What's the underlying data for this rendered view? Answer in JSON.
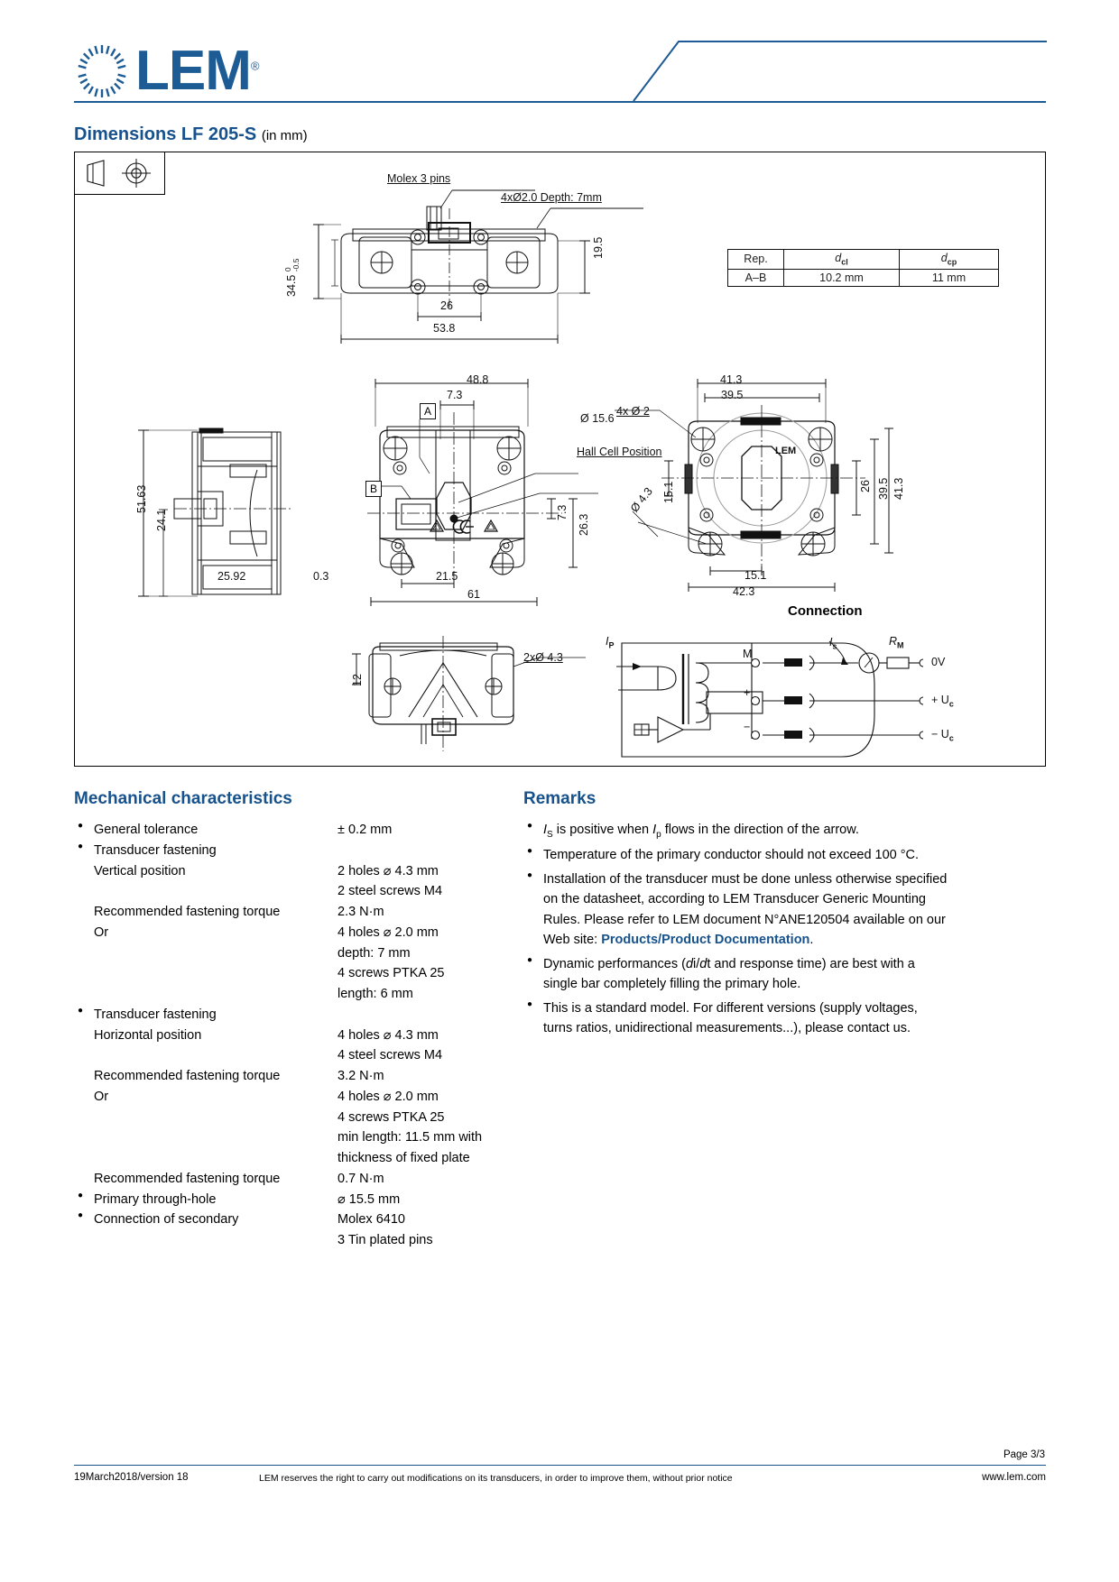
{
  "brand": {
    "name": "LEM",
    "registered": "®"
  },
  "title": {
    "main": "Dimensions LF 205-S",
    "unit": "(in mm)"
  },
  "drawing": {
    "top_view": {
      "molex_label": "Molex  3 pins",
      "hole_note": "4xØ2.0  Depth: 7mm",
      "height_dim": "34.5",
      "tol_upper": "0",
      "tol_lower": "-0.5",
      "right_height": "19.5",
      "width_inner": "26",
      "width_outer": "53.8"
    },
    "rep_table": {
      "headers": [
        "Rep.",
        "d",
        "d"
      ],
      "header_subs": [
        "",
        "cl",
        "cp"
      ],
      "rows": [
        [
          "A–B",
          "10.2  mm",
          "11 mm"
        ]
      ]
    },
    "side_view": {
      "h_total": "51.63",
      "h_mid": "24.1",
      "w_main": "25.92",
      "w_small": "0.3"
    },
    "front_view": {
      "w_top": "48.8",
      "w_slot": "7.3",
      "callout_a": "A",
      "callout_b": "B",
      "hole_dia": "Ø 15.6",
      "hall_label": "Hall  Cell  Position",
      "d_73": "7.3",
      "d_263": "26.3",
      "w_215": "21.5",
      "w_61": "61"
    },
    "rear_view": {
      "w_413": "41.3",
      "w_395": "39.5",
      "holes_note": "4x  Ø 2",
      "d_151_v": "15.1",
      "d_26": "26",
      "d_395": "39.5",
      "d_413": "41.3",
      "dia_43": "Ø 4.3",
      "w_151": "15.1",
      "w_423": "42.3"
    },
    "bottom_view": {
      "d_12": "12",
      "holes_note": "2xØ 4.3"
    },
    "connection": {
      "title": "Connection",
      "ip": "I",
      "ip_sub": "P",
      "is": "I",
      "is_sub": "s",
      "rm": "R",
      "rm_sub": "M",
      "terminal_m": "M",
      "terminal_plus": "+",
      "terminal_minus": "−",
      "out_0v": "0V",
      "out_pos": "+ U",
      "out_pos_sub": "c",
      "out_neg": "− U",
      "out_neg_sub": "c"
    }
  },
  "mechanical": {
    "heading": "Mechanical characteristics",
    "items": [
      {
        "bullet": true,
        "label": "General tolerance",
        "value": "± 0.2 mm"
      },
      {
        "bullet": true,
        "label": "Transducer fastening",
        "value": ""
      },
      {
        "bullet": false,
        "label": "Vertical position",
        "value": "2 holes ⌀ 4.3 mm"
      },
      {
        "bullet": false,
        "label": "",
        "value": "2 steel screws M4"
      },
      {
        "bullet": false,
        "label": "Recommended fastening torque",
        "value": "2.3 N·m"
      },
      {
        "bullet": false,
        "label": "Or",
        "value": "4 holes ⌀ 2.0 mm"
      },
      {
        "bullet": false,
        "label": "",
        "value": "depth: 7 mm"
      },
      {
        "bullet": false,
        "label": "",
        "value": "4 screws PTKA 25"
      },
      {
        "bullet": false,
        "label": "",
        "value": "length:  6 mm"
      },
      {
        "bullet": true,
        "label": "Transducer fastening",
        "value": ""
      },
      {
        "bullet": false,
        "label": "Horizontal position",
        "value": "4 holes ⌀ 4.3 mm"
      },
      {
        "bullet": false,
        "label": "",
        "value": "4 steel screws M4"
      },
      {
        "bullet": false,
        "label": "Recommended fastening torque",
        "value": "3.2 N·m"
      },
      {
        "bullet": false,
        "label": "Or",
        "value": "4 holes ⌀ 2.0 mm"
      },
      {
        "bullet": false,
        "label": "",
        "value": "4 screws PTKA 25"
      },
      {
        "bullet": false,
        "label": "",
        "value": "min length: 11.5 mm with"
      },
      {
        "bullet": false,
        "label": "",
        "value": "thickness of fixed plate"
      },
      {
        "bullet": false,
        "label": "Recommended fastening torque",
        "value": "0.7 N·m"
      },
      {
        "bullet": true,
        "label": "Primary through-hole",
        "value": "⌀ 15.5 mm"
      },
      {
        "bullet": true,
        "label": "Connection of secondary",
        "value": "Molex 6410"
      },
      {
        "bullet": false,
        "label": "",
        "value": "3 Tin plated pins"
      }
    ]
  },
  "remarks": {
    "heading": "Remarks",
    "items": [
      {
        "parts": [
          {
            "t": "I",
            "i": true
          },
          {
            "t": "S",
            "sub": true
          },
          {
            "t": " is positive when "
          },
          {
            "t": "I",
            "i": true
          },
          {
            "t": "p",
            "sub": true
          },
          {
            "t": " flows in the direction of the arrow."
          }
        ]
      },
      {
        "parts": [
          {
            "t": "Temperature of the primary conductor should not exceed 100 °C."
          }
        ]
      },
      {
        "parts": [
          {
            "t": "Installation of the transducer must be done unless otherwise specified on the datasheet, according to LEM Transducer Generic Mounting Rules. Please refer to LEM document N°ANE120504 available on our Web site: "
          },
          {
            "t": "Products/Product Documentation",
            "link": true
          },
          {
            "t": "."
          }
        ]
      },
      {
        "parts": [
          {
            "t": "Dynamic performances ("
          },
          {
            "t": "d",
            "i": true
          },
          {
            "t": "i/"
          },
          {
            "t": "d",
            "i": true
          },
          {
            "t": "t"
          },
          {
            "t": " and response time) are best with a single bar completely filling the primary hole."
          }
        ]
      },
      {
        "parts": [
          {
            "t": "This is a standard model. For different versions (supply voltages, turns ratios, unidirectional measurements...), please contact us."
          }
        ]
      }
    ]
  },
  "footer": {
    "page": "Page 3/3",
    "version": "19March2018/version 18",
    "disclaimer": "LEM reserves the right to carry out modifications on its transducers, in order to improve them, without prior notice",
    "website": "www.lem.com"
  },
  "colors": {
    "brand": "#1d5b94",
    "heading": "#17528c"
  }
}
